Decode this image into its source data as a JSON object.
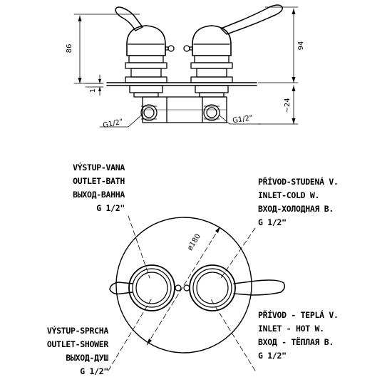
{
  "diagram": {
    "stroke_color": "#000000",
    "background_color": "#ffffff",
    "dimensions": {
      "height_left": "86",
      "height_right": "94",
      "depth_right": "~24",
      "gap": "1",
      "thread_left": "G1/2\"",
      "thread_right": "G1/2\"",
      "rosette_diameter": "ø180"
    },
    "labels": {
      "outlet_bath": [
        "VÝSTUP-VANA",
        "OUTLET-BATH",
        "ВЫХОД-ВАННА",
        "G 1/2\""
      ],
      "inlet_cold": [
        "PŘÍVOD-STUDENÁ V.",
        "INLET-COLD W.",
        "ВХОД-ХОЛОДНАЯ В.",
        "G 1/2\""
      ],
      "outlet_shower": [
        "VÝSTUP-SPRCHA",
        "OUTLET-SHOWER",
        "ВЫХОД-ДУШ",
        "G 1/2\""
      ],
      "inlet_hot": [
        "PŘÍVOD - TEPLÁ V.",
        "INLET - HOT W.",
        "ВХОД - ТЁПЛАЯ В.",
        "G 1/2\""
      ]
    }
  }
}
